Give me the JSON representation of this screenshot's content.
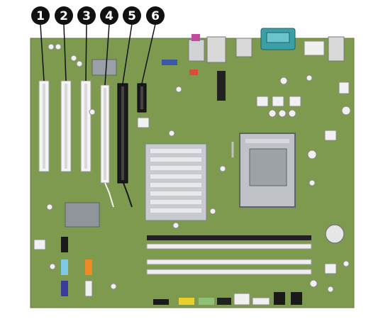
{
  "figure": {
    "description_visible_text": "",
    "callouts": [
      {
        "label": "1"
      },
      {
        "label": "2"
      },
      {
        "label": "3"
      },
      {
        "label": "4"
      },
      {
        "label": "5"
      },
      {
        "label": "6"
      }
    ],
    "colors": {
      "board": "#7d9a4f",
      "board_dark": "#5f7a3a",
      "slot_white": "#f4f4f4",
      "slot_black": "#1a1a1a",
      "heatsink": "#c7cbcf",
      "callout": "#111111",
      "vga_port": "#3aa0a8",
      "audio_blue": "#7fc7e6",
      "audio_orange": "#f08a24",
      "header_yellow": "#e9d12a",
      "header_green": "#8ec07a",
      "dimm_black": "#222222",
      "dimm_white": "#efefef"
    },
    "icons": [
      "callout-circle",
      "motherboard-diagram"
    ]
  }
}
